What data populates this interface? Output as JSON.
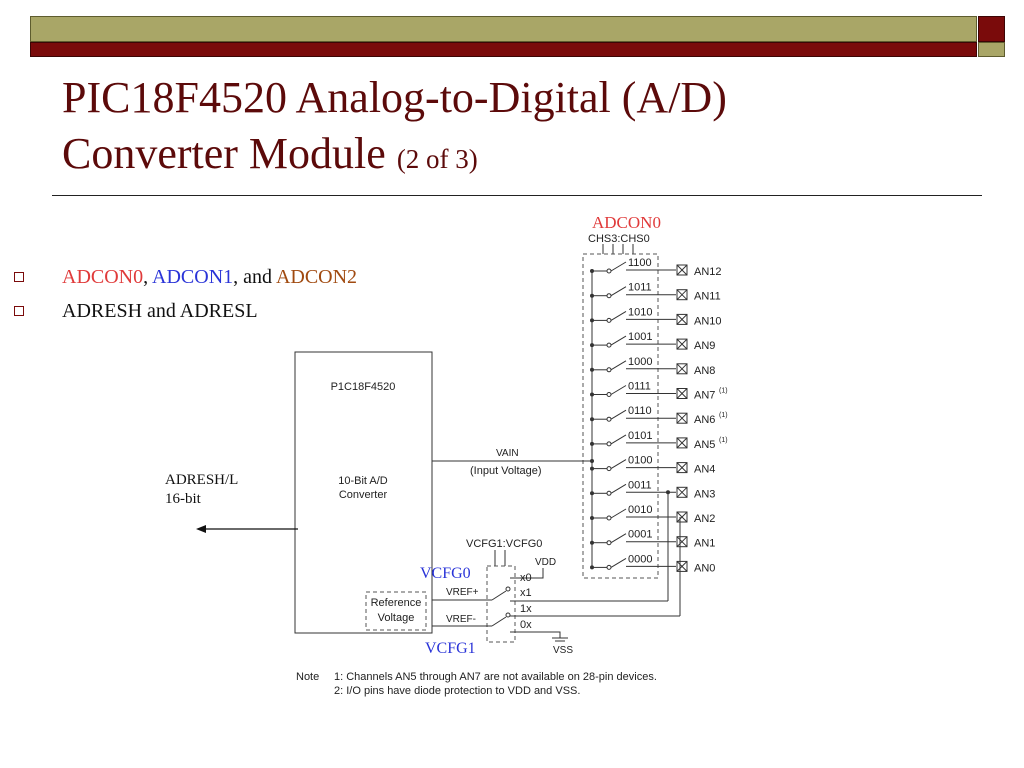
{
  "slide": {
    "title_main_line1": "PIC18F4520 Analog-to-Digital (A/D)",
    "title_main_line2": "Converter Module ",
    "title_sub": "(2 of 3)"
  },
  "bullets": [
    {
      "parts": [
        "ADCON0",
        ", ",
        "ADCON1",
        ", and ",
        "ADCON2"
      ]
    },
    {
      "text": "ADRESH and ADRESL"
    }
  ],
  "colors": {
    "title": "#5c0a0a",
    "adcon0": "#e03a3a",
    "adcon1": "#2a34d8",
    "adcon2": "#a04a10",
    "vcfg": "#2a34d8"
  },
  "diagram": {
    "adcon0_label": "ADCON0",
    "chs_label": "CHS3:CHS0",
    "chip_label": "P1C18F4520",
    "converter_line1": "10-Bit A/D",
    "converter_line2": "Converter",
    "vain_label": "VAIN",
    "vain_sub": "(Input Voltage)",
    "adres_line1": "ADRESH/L",
    "adres_line2": "16-bit",
    "vcfg_label": "VCFG1:VCFG0",
    "vcfg0": "VCFG0",
    "vcfg1": "VCFG1",
    "vdd": "VDD",
    "vss": "VSS",
    "vref_plus": "VREF+",
    "vref_minus": "VREF-",
    "ref_line1": "Reference",
    "ref_line2": "Voltage",
    "vcfg_codes": [
      "x0",
      "x1",
      "1x",
      "0x"
    ],
    "channels": [
      {
        "code": "1100",
        "pin": "AN12",
        "note": ""
      },
      {
        "code": "1011",
        "pin": "AN11",
        "note": ""
      },
      {
        "code": "1010",
        "pin": "AN10",
        "note": ""
      },
      {
        "code": "1001",
        "pin": "AN9",
        "note": ""
      },
      {
        "code": "1000",
        "pin": "AN8",
        "note": ""
      },
      {
        "code": "0111",
        "pin": "AN7",
        "note": "(1)"
      },
      {
        "code": "0110",
        "pin": "AN6",
        "note": "(1)"
      },
      {
        "code": "0101",
        "pin": "AN5",
        "note": "(1)"
      },
      {
        "code": "0100",
        "pin": "AN4",
        "note": ""
      },
      {
        "code": "0011",
        "pin": "AN3",
        "note": ""
      },
      {
        "code": "0010",
        "pin": "AN2",
        "note": ""
      },
      {
        "code": "0001",
        "pin": "AN1",
        "note": ""
      },
      {
        "code": "0000",
        "pin": "AN0",
        "note": ""
      }
    ],
    "note_label": "Note",
    "note1": "1: Channels AN5 through AN7 are not available on 28-pin devices.",
    "note2": "2: I/O pins have diode protection to VDD and VSS."
  }
}
